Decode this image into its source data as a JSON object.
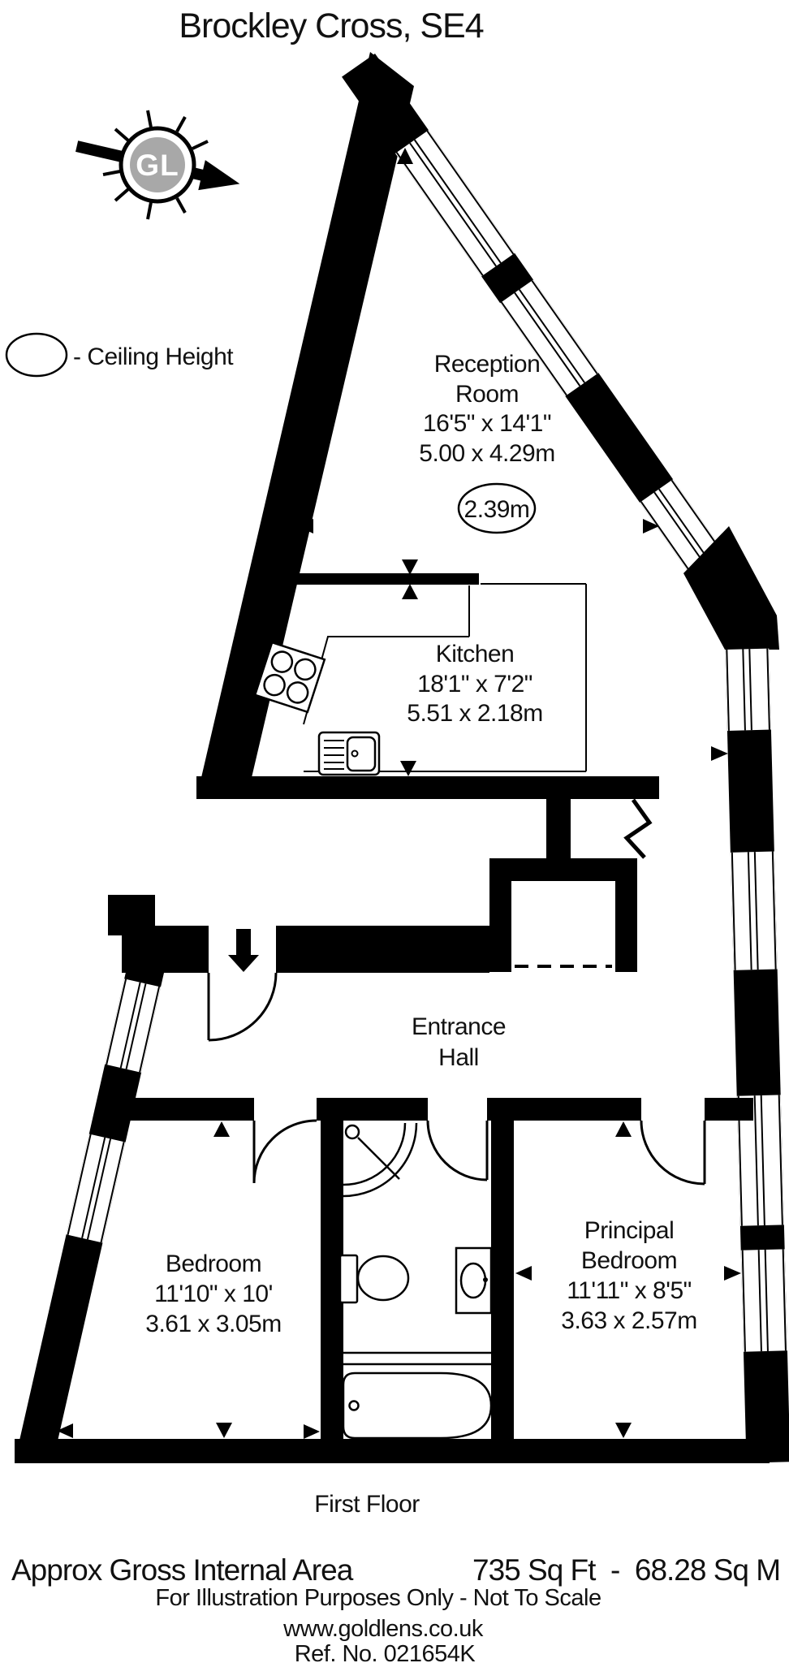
{
  "title": "Brockley Cross, SE4",
  "compass": {
    "label": "GL"
  },
  "legend": {
    "ceiling_height": "- Ceiling Height"
  },
  "rooms": {
    "reception": {
      "line1": "Reception",
      "line2": "Room",
      "imperial": "16'5\" x 14'1\"",
      "metric": "5.00 x 4.29m",
      "ceiling": "2.39m"
    },
    "kitchen": {
      "line1": "Kitchen",
      "imperial": "18'1\" x 7'2\"",
      "metric": "5.51 x 2.18m"
    },
    "hall": {
      "line1": "Entrance",
      "line2": "Hall"
    },
    "bedroom": {
      "line1": "Bedroom",
      "imperial": "11'10\" x 10'",
      "metric": "3.61 x 3.05m"
    },
    "principal": {
      "line1": "Principal",
      "line2": "Bedroom",
      "imperial": "11'11\" x 8'5\"",
      "metric": "3.63 x 2.57m"
    }
  },
  "footer": {
    "floor": "First Floor",
    "area_label": "Approx Gross Internal Area",
    "area_value": "735 Sq Ft  -  68.28 Sq M",
    "disclaimer": "For Illustration Purposes Only - Not To Scale",
    "website": "www.goldlens.co.uk",
    "reference": "Ref. No. 021654K"
  },
  "colors": {
    "wall": "#000000",
    "compass_fill": "#a8a8a8",
    "background": "#ffffff"
  }
}
